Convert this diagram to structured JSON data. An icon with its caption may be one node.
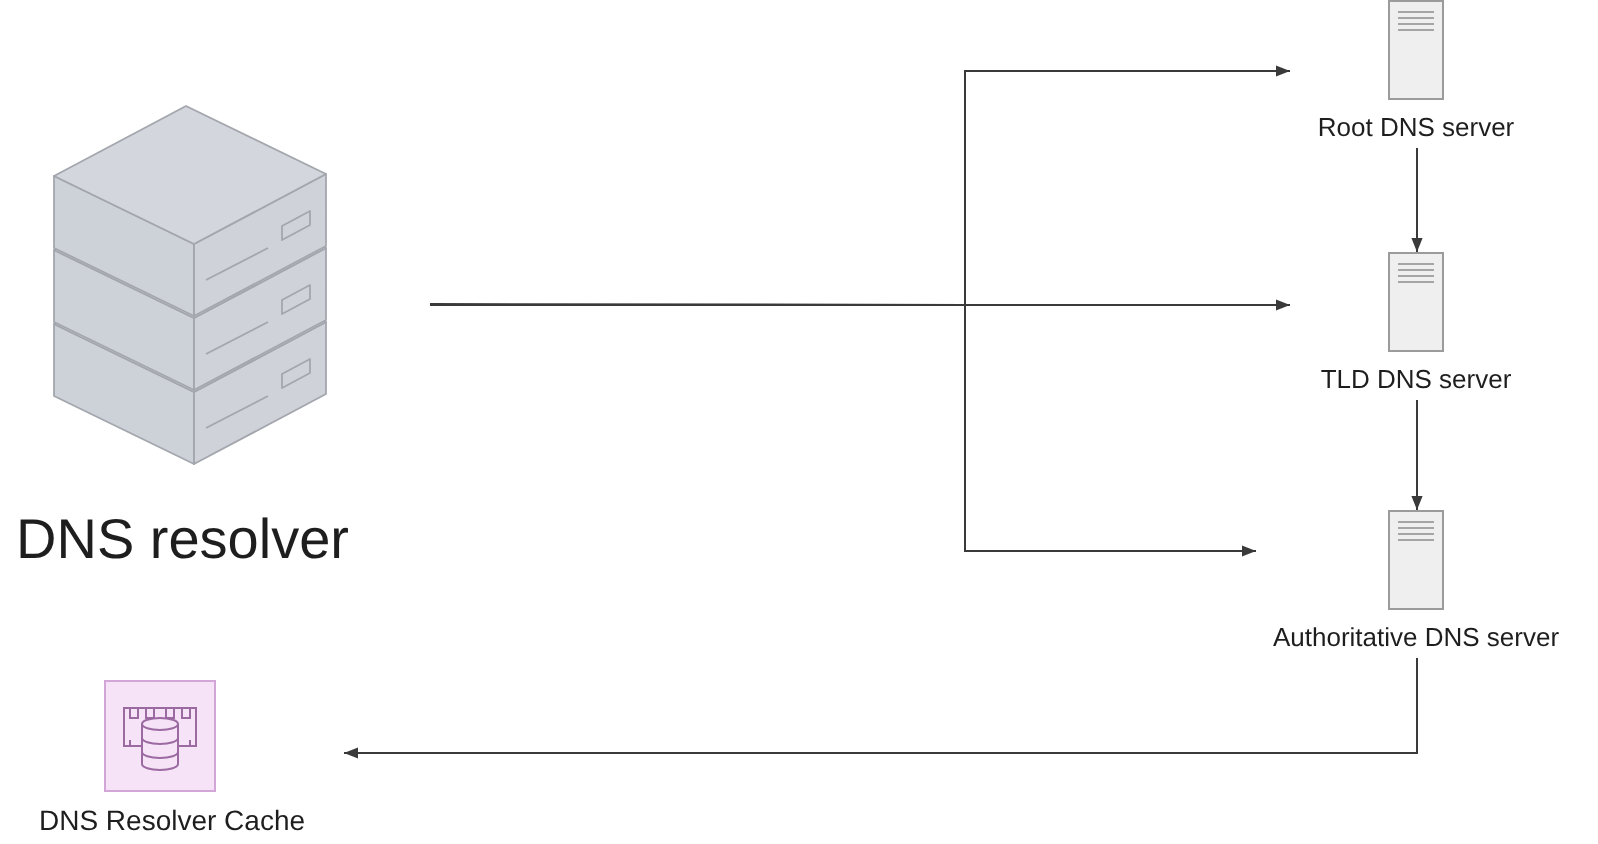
{
  "diagram": {
    "nodes": [
      {
        "text": [
          "DNS resolver"
        ]
      },
      {
        "text": [
          "Root DNS server"
        ]
      },
      {
        "text": [
          "TLD DNS server"
        ]
      },
      {
        "text": [
          "Authoritative DNS server"
        ]
      },
      {
        "text": [
          "DNS Resolver Cache"
        ]
      }
    ],
    "edges": [
      {
        "from": 0,
        "to": 1,
        "arrow": "to"
      },
      {
        "from": 0,
        "to": 2,
        "arrow": "to"
      },
      {
        "from": 0,
        "to": 3,
        "arrow": "to"
      },
      {
        "from": 1,
        "to": 2,
        "arrow": "to"
      },
      {
        "from": 2,
        "to": 3,
        "arrow": "to"
      },
      {
        "from": 3,
        "to": 4,
        "arrow": "to"
      }
    ]
  }
}
